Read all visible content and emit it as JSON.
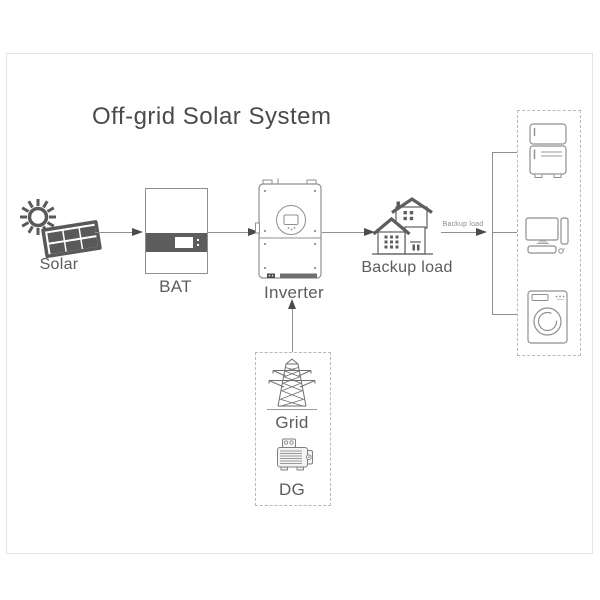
{
  "title": "Off-grid Solar System",
  "nodes": {
    "solar": {
      "label": "Solar",
      "icon": "sun-solar-panel-icon"
    },
    "battery": {
      "label": "BAT",
      "icon": "battery-cabinet-icon"
    },
    "inverter": {
      "label": "Inverter",
      "icon": "hybrid-inverter-icon"
    },
    "backup_load": {
      "label": "Backup load",
      "icon": "house-icon"
    },
    "grid": {
      "label": "Grid",
      "icon": "transmission-tower-icon"
    },
    "generator": {
      "label": "DG",
      "icon": "diesel-generator-icon"
    }
  },
  "connections": {
    "backup_load_caption": "Backup load"
  },
  "appliances": {
    "items": [
      "refrigerator-icon",
      "computer-icon",
      "washing-machine-icon"
    ]
  },
  "colors": {
    "accent_dark": "#595959",
    "line": "#8f8f8f",
    "arrow": "#4c4c4c",
    "dashed_border": "#b8b8b8",
    "frame_border": "#e4e4e4",
    "title_text": "#4a4a4a",
    "label_text": "#5c5c5c"
  }
}
